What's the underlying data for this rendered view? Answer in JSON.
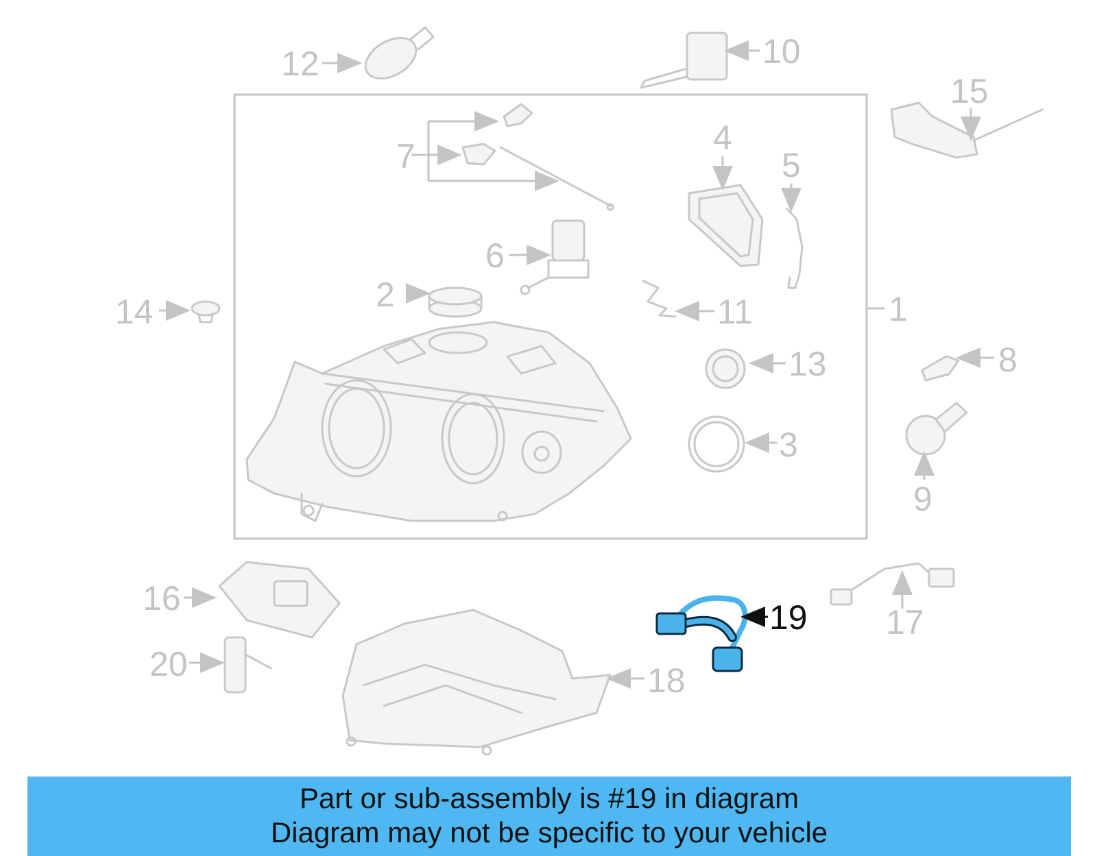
{
  "callouts": {
    "c1": "1",
    "c2": "2",
    "c3": "3",
    "c4": "4",
    "c5": "5",
    "c6": "6",
    "c7": "7",
    "c8": "8",
    "c9": "9",
    "c10": "10",
    "c11": "11",
    "c12": "12",
    "c13": "13",
    "c14": "14",
    "c15": "15",
    "c16": "16",
    "c17": "17",
    "c18": "18",
    "c19": "19",
    "c20": "20"
  },
  "highlighted_part": "19",
  "colors": {
    "highlight": "#4ab3ec",
    "banner": "#4fb8f2",
    "muted_line": "#c8c8c8"
  },
  "banner": {
    "line1": "Part or sub-assembly is #19 in diagram",
    "line2": "Diagram may not be specific to your vehicle"
  }
}
